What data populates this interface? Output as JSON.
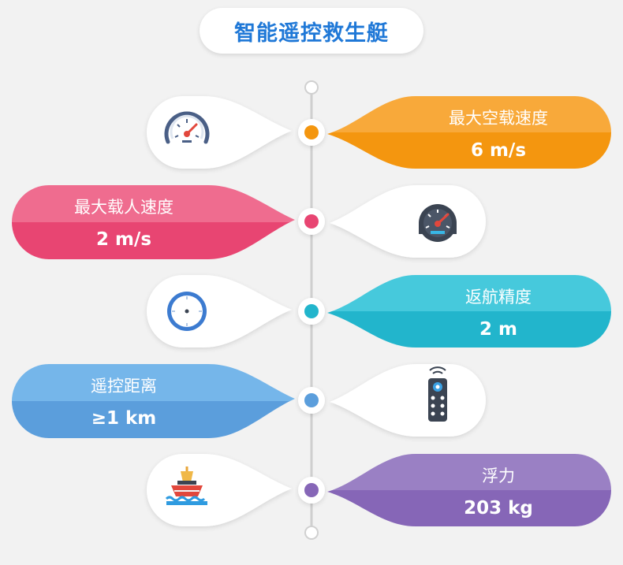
{
  "title": "智能遥控救生艇",
  "specs": [
    {
      "label": "最大空载速度",
      "value": "6 m/s",
      "icon": "speedometer-icon",
      "side": "right",
      "color_top": "#f8a93a",
      "color_bottom": "#f4960f"
    },
    {
      "label": "最大载人速度",
      "value": "2 m/s",
      "icon": "dark-speedometer-icon",
      "side": "left",
      "color_top": "#ef6c8f",
      "color_bottom": "#e84572"
    },
    {
      "label": "返航精度",
      "value": "2 m",
      "icon": "compass-icon",
      "side": "right",
      "color_top": "#46c9dc",
      "color_bottom": "#22b5cc"
    },
    {
      "label": "遥控距离",
      "value": "≥1 km",
      "icon": "remote-control-icon",
      "side": "left",
      "color_top": "#75b6ea",
      "color_bottom": "#5b9edc"
    },
    {
      "label": "浮力",
      "value": "203 kg",
      "icon": "buoy-icon",
      "side": "right",
      "color_top": "#9a80c4",
      "color_bottom": "#8666b7"
    }
  ]
}
